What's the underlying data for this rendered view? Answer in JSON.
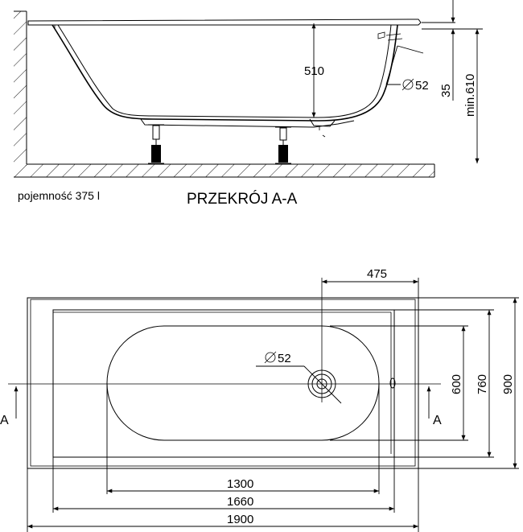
{
  "section": {
    "caption": "PRZEKRÓJ A-A",
    "capacity": "pojemność 375 l",
    "depth": "510",
    "diameter": "52",
    "rim": "35",
    "height": "min.610"
  },
  "plan": {
    "drain_offset": "475",
    "diameter": "52",
    "inner_width": "600",
    "mid_width": "760",
    "outer_width": "900",
    "inner_length": "1300",
    "mid_length": "1660",
    "outer_length": "1900",
    "section_mark_left": "A",
    "section_mark_right": "A"
  }
}
